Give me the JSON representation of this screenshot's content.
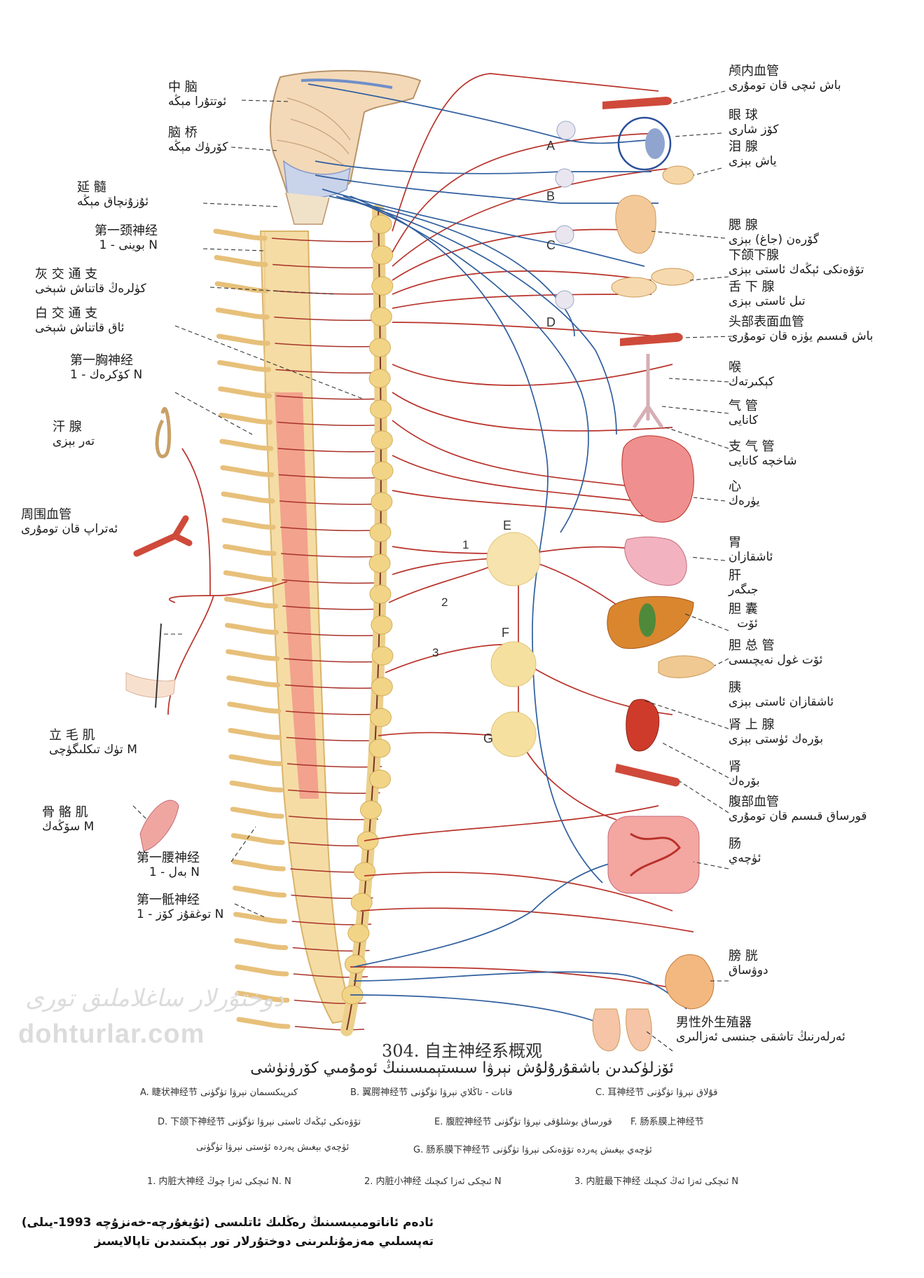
{
  "labels_left": [
    {
      "cn": "中    脑",
      "ug": "ئوتتۇرا مېڭە"
    },
    {
      "cn": "脑    桥",
      "ug": "كۆرۈك مېڭە"
    },
    {
      "cn": "延    髓",
      "ug": "ئۇزۇنچاق مېڭە"
    },
    {
      "cn": "第一颈神经",
      "ug": "N بوينى - 1"
    },
    {
      "cn": "灰 交 通 支",
      "ug": "كۈلرەڭ قاتناش شېخى"
    },
    {
      "cn": "白 交 通 支",
      "ug": "ئاق قاتناش شېخى"
    },
    {
      "cn": "第一胸神经",
      "ug": "N كۆكرەك - 1"
    },
    {
      "cn": "汗    腺",
      "ug": "تەر بېزى"
    },
    {
      "cn": "周围血管",
      "ug": "ئەتراپ قان تومۇرى"
    },
    {
      "cn": "立  毛  肌",
      "ug": "M تۈك تىكلىگۈچى"
    },
    {
      "cn": "骨  骼  肌",
      "ug": "M سۆڭەك"
    },
    {
      "cn": "第一腰神经",
      "ug": "N بەل - 1"
    },
    {
      "cn": "第一骶神经",
      "ug": "N توغقۇز كۆز - 1"
    }
  ],
  "labels_right": [
    {
      "cn": "颅内血管",
      "ug": "باش ئىچى قان تومۇرى"
    },
    {
      "cn": "眼    球",
      "ug": "كۆز شارى"
    },
    {
      "cn": "泪    腺",
      "ug": "ياش بېزى"
    },
    {
      "cn": "腮    腺",
      "ug": "گۆرەن (جاغ) بېزى"
    },
    {
      "cn": "下颌下腺",
      "ug": "تۆۋەنكى ئېڭەك ئاستى بېزى"
    },
    {
      "cn": "舌  下  腺",
      "ug": "تىل ئاستى بېزى"
    },
    {
      "cn": "头部表面血管",
      "ug": "باش قىسىم يۈزە قان تومۇرى"
    },
    {
      "cn": "喉",
      "ug": "كېكىرتەك"
    },
    {
      "cn": "气    管",
      "ug": "كانايى"
    },
    {
      "cn": "支  气  管",
      "ug": "شاخچە كانايى"
    },
    {
      "cn": "心",
      "ug": "يۈرەك"
    },
    {
      "cn": "胃",
      "ug": "ئاشقازان"
    },
    {
      "cn": "肝",
      "ug": "جىگەر"
    },
    {
      "cn": "胆    囊",
      "ug": "ئۆت"
    },
    {
      "cn": "胆  总  管",
      "ug": "ئۆت غول نەيچىسى"
    },
    {
      "cn": "胰",
      "ug": "ئاشقازان ئاستى بېزى"
    },
    {
      "cn": "肾  上  腺",
      "ug": "بۆرەك ئۈستى بېزى"
    },
    {
      "cn": "肾",
      "ug": "بۆرەك"
    },
    {
      "cn": "腹部血管",
      "ug": "قورساق قىسىم قان تومۇرى"
    },
    {
      "cn": "肠",
      "ug": "ئۈچەي"
    },
    {
      "cn": "膀    胱",
      "ug": "دوۋساق"
    },
    {
      "cn": "男性外生殖器",
      "ug": "ئەرلەرنىڭ تاشقى جىنسى ئەزالىرى"
    }
  ],
  "ganglia": [
    "A",
    "B",
    "C",
    "D",
    "E",
    "F",
    "G"
  ],
  "nerve_numbers": [
    "1",
    "2",
    "3"
  ],
  "caption": {
    "title": "304. 自主神经系概观",
    "subtitle": "ئۆزلۈكىدىن باشقۇرۇلۇش نېرۋا سىستېمىسىنىڭ ئومۇمىي كۆرۈنۈشى"
  },
  "legend": [
    {
      "cn": "A. 睫状神经节",
      "ug": "كىرپىكسىمان نېرۋا تۈگۈنى"
    },
    {
      "cn": "B. 翼腭神经节",
      "ug": "قانات - تاڭلاي نېرۋا تۈگۈنى"
    },
    {
      "cn": "C. 耳神经节",
      "ug": "قۇلاق نېرۋا تۈگۈنى"
    },
    {
      "cn": "D. 下颌下神经节",
      "ug": "تۆۋەنكى ئېڭەك ئاستى نېرۋا تۈگۈنى"
    },
    {
      "cn": "E. 腹腔神经节",
      "ug": "قورساق بوشلۇقى نېرۋا تۈگۈنى"
    },
    {
      "cn": "F. 肠系膜上神经节",
      "ug": "ئۈچەي بېغىش پەردە ئۈستى نېرۋا تۈگۈنى"
    },
    {
      "cn": "G. 肠系膜下神经节",
      "ug": "ئۈچەي بېغىش پەردە تۆۋەنكى نېرۋا تۈگۈنى"
    }
  ],
  "footnotes": [
    {
      "cn": "1. 内脏大神经",
      "ug": "N. N ئىچكى ئەزا چوڭ"
    },
    {
      "cn": "2. 内脏小神经",
      "ug": "N ئىچكى ئەزا كىچىك"
    },
    {
      "cn": "3. 内脏最下神经",
      "ug": "N ئىچكى ئەزا ئەڭ كىچىك"
    }
  ],
  "source": {
    "line1": "ئادەم ئاناتومىيىسىنىڭ رەڭلىك ئاتلىسى (ئۇيغۇرچە-خەنزۇچە 1993-يىلى)",
    "line2": "تەپسىلىي مەزمۇنلىرىنى دوختۇرلار تور بېكىتىدىن تاپالايسىز"
  },
  "watermark": {
    "ug": "دوختۇرلار ساغلاملىق تورى",
    "url": "dohturlar.com"
  },
  "colors": {
    "sympathetic": "#b8322a",
    "parasympathetic": "#2f5e9e",
    "spinal_cord": "#f0b39a",
    "chain": "#f3dfa3",
    "ganglion": "#f2d487"
  }
}
